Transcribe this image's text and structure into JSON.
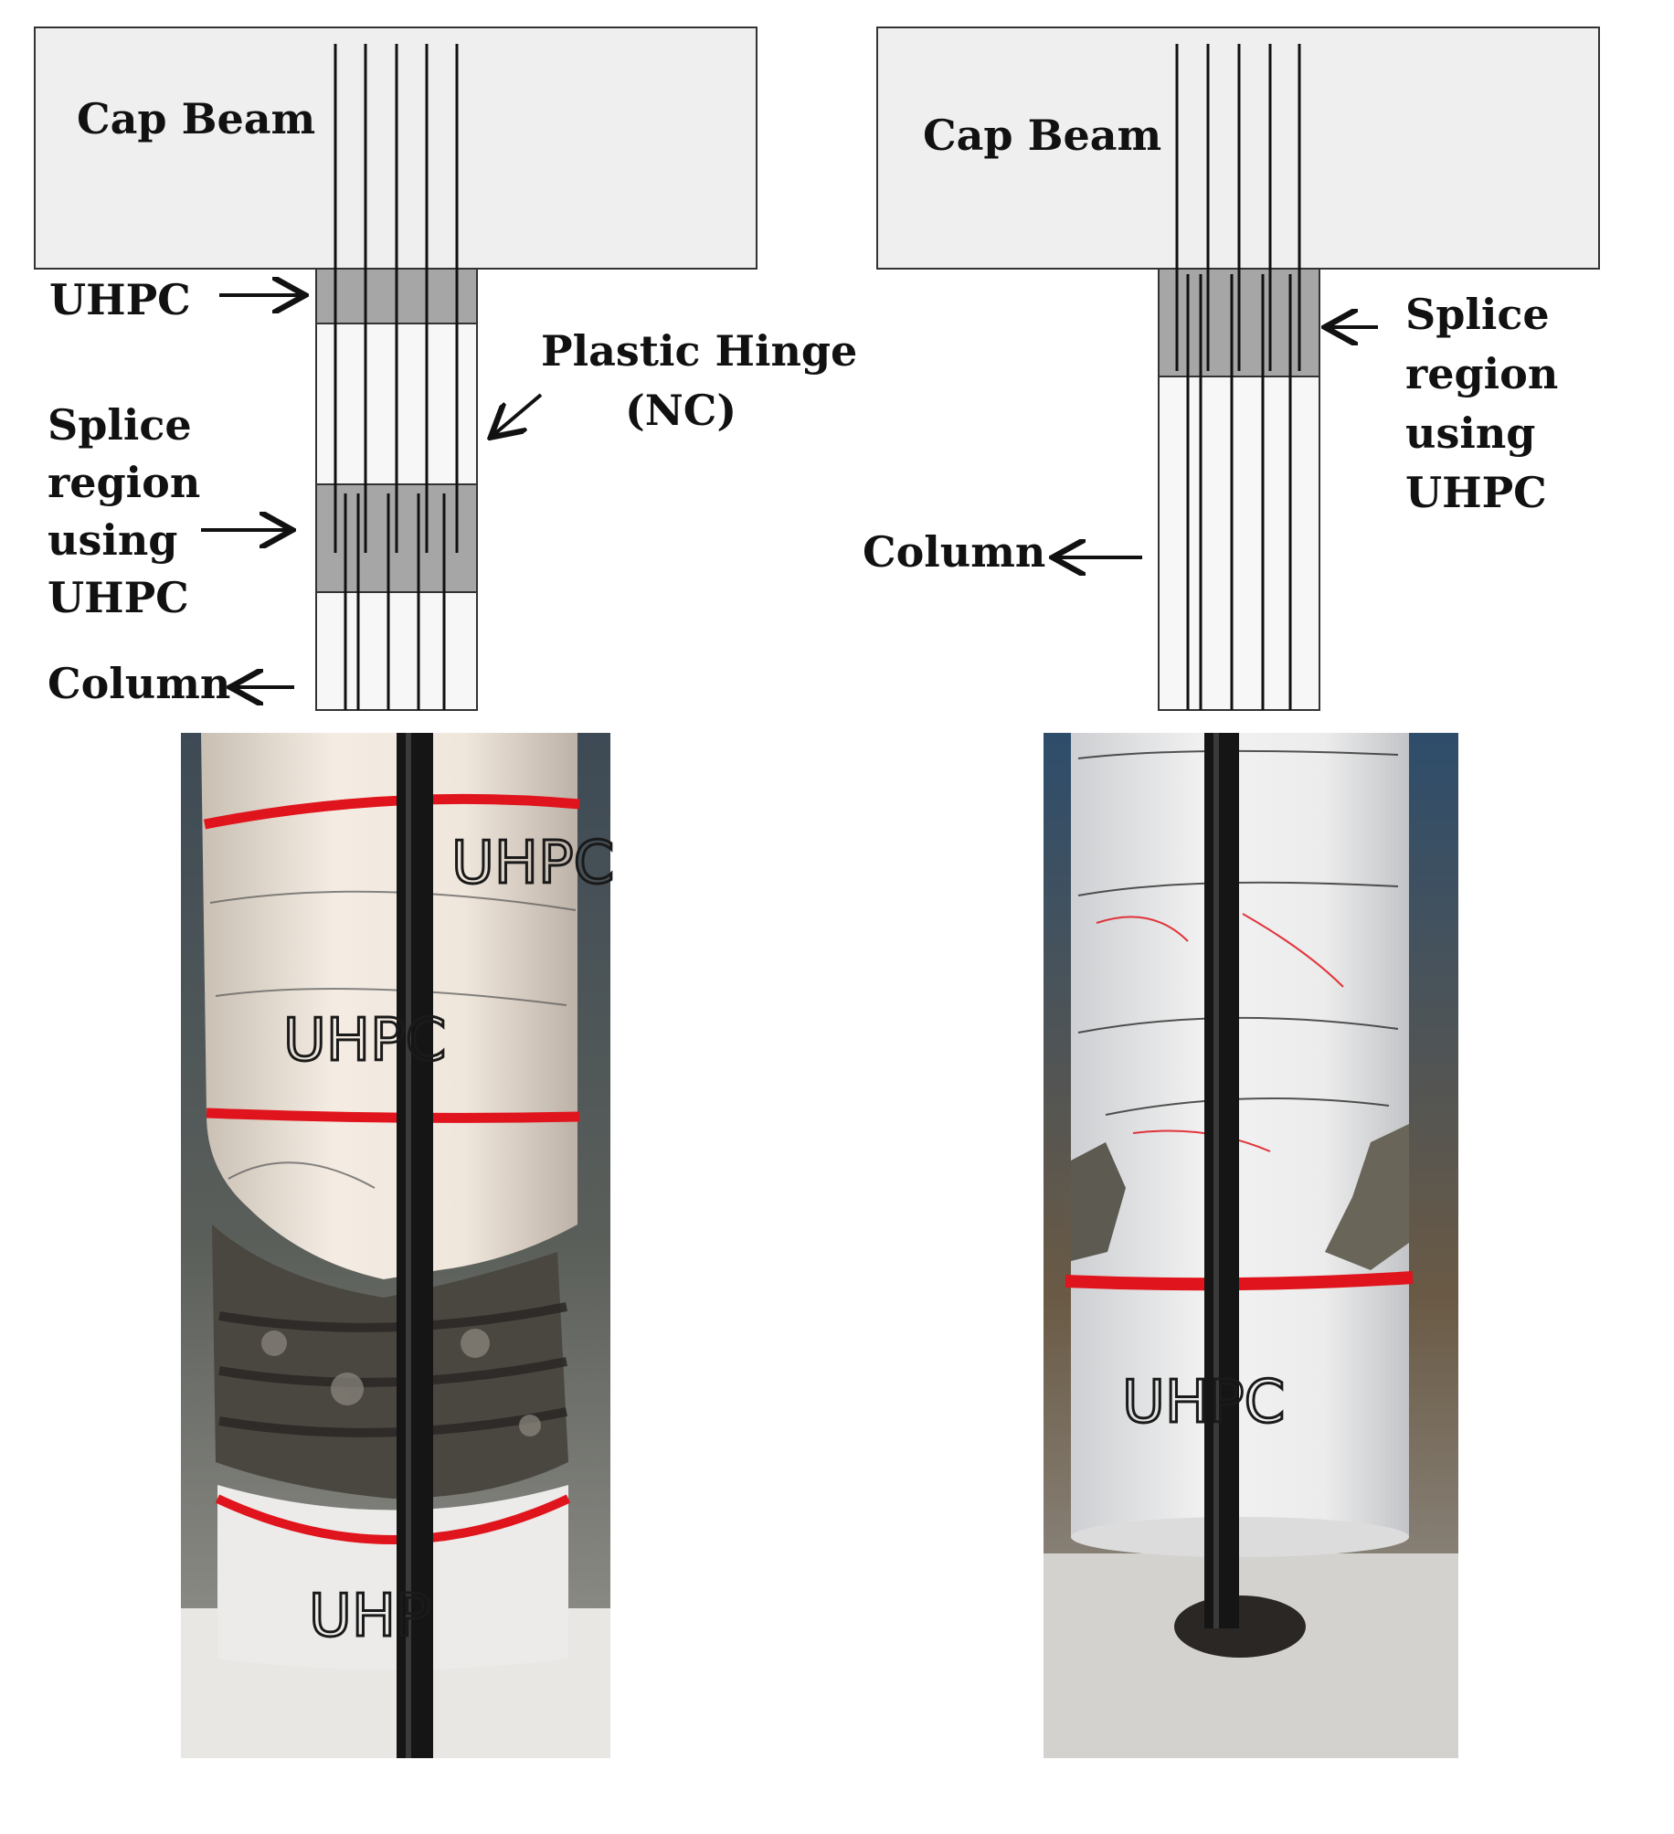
{
  "left_diagram": {
    "cap_beam_label": "Cap Beam",
    "uhpc_label": "UHPC",
    "plastic_hinge_label_line1": "Plastic Hinge",
    "plastic_hinge_label_line2": "(NC)",
    "splice_label_lines": [
      "Splice",
      "region",
      "using",
      "UHPC"
    ],
    "column_label": "Column"
  },
  "right_diagram": {
    "cap_beam_label": "Cap Beam",
    "splice_label_lines": [
      "Splice",
      "region",
      "using",
      "UHPC"
    ],
    "column_label": "Column"
  },
  "left_photo": {
    "marks": [
      "UHPC",
      "UHPC",
      "UHP"
    ]
  },
  "right_photo": {
    "marks": [
      "UHPC"
    ]
  },
  "colors": {
    "beam_fill": "#efefef",
    "uhpc_fill": "#a6a6a6",
    "red_tape": "#e0141c"
  }
}
